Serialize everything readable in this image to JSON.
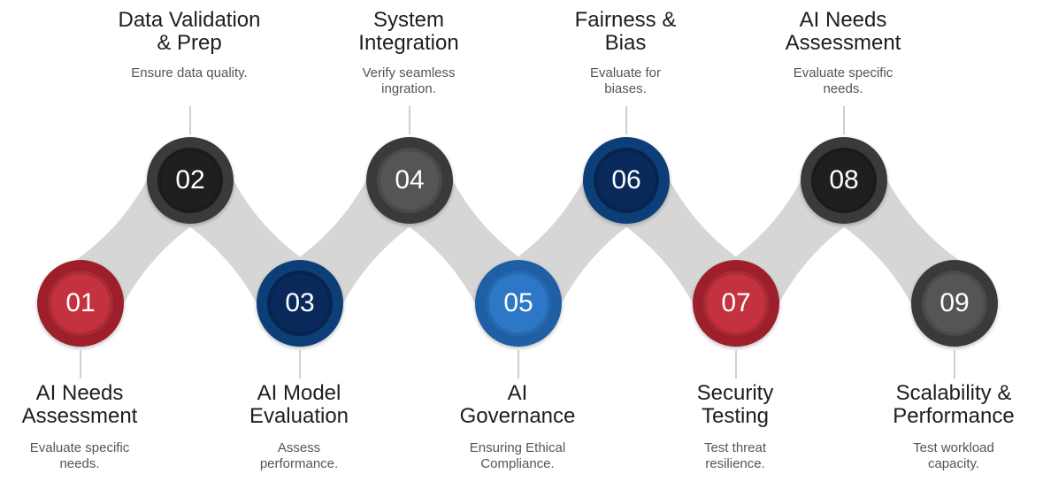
{
  "colors": {
    "red_outer": "#9c1f2b",
    "red_inner": "#c3323e",
    "dark_outer": "#3a3a3a",
    "dark_inner": "#1f1f1f",
    "navy_outer": "#0c3f78",
    "navy_inner": "#08295a",
    "blue_outer": "#1e5fa6",
    "blue_inner": "#2c78c6",
    "grey_outer": "#3a3a3a",
    "grey_inner": "#555555",
    "connector": "#d6d6d6"
  },
  "steps": [
    {
      "num": "01",
      "title_l1": "AI Needs",
      "title_l2": "Assessment",
      "desc_l1": "Evaluate specific",
      "desc_l2": "needs."
    },
    {
      "num": "02",
      "title_l1": "Data Validation",
      "title_l2": "& Prep",
      "desc_l1": "Ensure data quality.",
      "desc_l2": ""
    },
    {
      "num": "03",
      "title_l1": "AI Model",
      "title_l2": "Evaluation",
      "desc_l1": "Assess",
      "desc_l2": "performance."
    },
    {
      "num": "04",
      "title_l1": "System",
      "title_l2": "Integration",
      "desc_l1": "Verify seamless",
      "desc_l2": "ingration."
    },
    {
      "num": "05",
      "title_l1": "AI",
      "title_l2": "Governance",
      "desc_l1": "Ensuring Ethical",
      "desc_l2": "Compliance."
    },
    {
      "num": "06",
      "title_l1": "Fairness &",
      "title_l2": "Bias",
      "desc_l1": "Evaluate for",
      "desc_l2": "biases."
    },
    {
      "num": "07",
      "title_l1": "Security",
      "title_l2": "Testing",
      "desc_l1": "Test threat",
      "desc_l2": "resilience."
    },
    {
      "num": "08",
      "title_l1": "AI Needs",
      "title_l2": "Assessment",
      "desc_l1": "Evaluate specific",
      "desc_l2": "needs."
    },
    {
      "num": "09",
      "title_l1": "Scalability &",
      "title_l2": "Performance",
      "desc_l1": "Test workload",
      "desc_l2": "capacity."
    }
  ]
}
